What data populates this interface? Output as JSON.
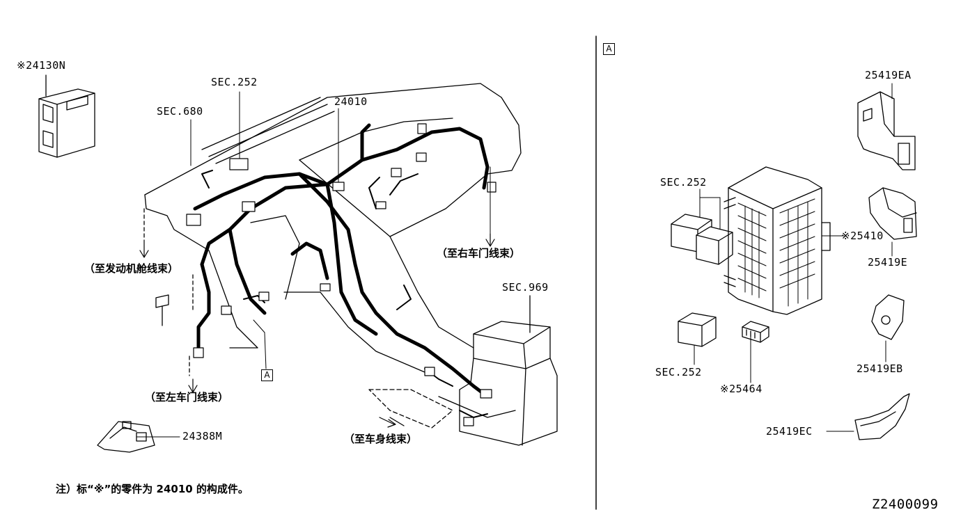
{
  "colors": {
    "ink": "#000000",
    "paper": "#ffffff"
  },
  "section_marker": "A",
  "labels": {
    "p24130n": "※24130N",
    "sec680": "SEC.680",
    "sec252_top": "SEC.252",
    "p24010": "24010",
    "engine_room_harness": "（至发动机舱线束）",
    "right_door_harness": "（至右车门线束）",
    "left_door_harness": "（至左车门线束）",
    "body_harness": "（至车身线束）",
    "sec969": "SEC.969",
    "p24388m": "24388M",
    "p25419ea": "25419EA",
    "sec252_relays": "SEC.252",
    "p25410": "※25410",
    "p25419e": "25419E",
    "sec252_bottom": "SEC.252",
    "p25464": "※25464",
    "p25419eb": "25419EB",
    "p25419ec": "25419EC"
  },
  "note": "注）标“※”的零件为 24010 的构成件。",
  "diagram_code": "Z2400099"
}
